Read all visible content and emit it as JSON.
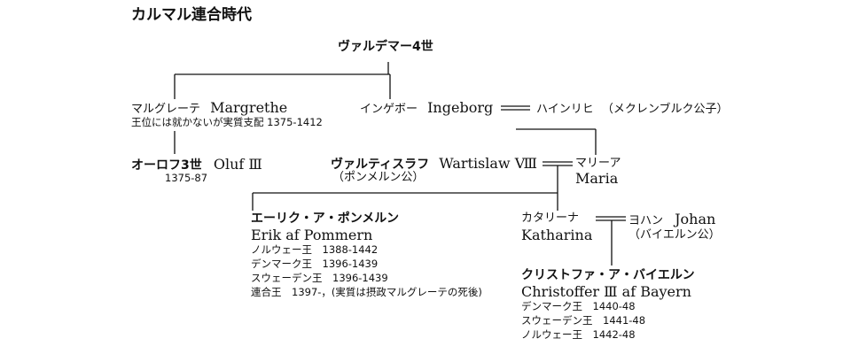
{
  "title": "カルマル連合時代",
  "valdemar": {
    "name": "ヴァルデマー4世"
  },
  "margrethe": {
    "name_ja": "マルグレーテ",
    "name_latin": "Margrethe",
    "note": "王位には就かないが実質支配 1375-1412"
  },
  "ingeborg": {
    "name_ja": "インゲボー",
    "name_latin": "Ingeborg"
  },
  "heinrich": {
    "name_ja": "ハインリヒ",
    "note": "（メクレンブルク公子）"
  },
  "oluf": {
    "name": "オーロフ3世",
    "name_latin": "Oluf Ⅲ",
    "years": "1375-87"
  },
  "wartislaw": {
    "name_ja": "ヴァルティスラフ",
    "name_latin": "Wartislaw Ⅷ",
    "note": "（ポンメルン公）"
  },
  "maria": {
    "name_ja": "マリーア",
    "name_latin": "Maria"
  },
  "erik": {
    "name_ja": "エーリク・ア・ポンメルン",
    "name_latin": "Erik af Pommern",
    "reigns": [
      "ノルウェー王　1388-1442",
      "デンマーク王　1396-1439",
      "スウェーデン王　1396-1439",
      "連合王　1397-，(実質は摂政マルグレーテの死後)"
    ]
  },
  "katharina": {
    "name_ja": "カタリーナ",
    "name_latin": "Katharina"
  },
  "johan": {
    "name_ja": "ヨハン",
    "name_latin": "Johan",
    "note": "（バイエルン公）"
  },
  "christoffer": {
    "name_ja": "クリストファ・ア・バイエルン",
    "name_latin": "Christoffer Ⅲ af Bayern",
    "reigns": [
      "デンマーク王　1440-48",
      "スウェーデン王　1441-48",
      "ノルウェー王　1442-48"
    ]
  }
}
